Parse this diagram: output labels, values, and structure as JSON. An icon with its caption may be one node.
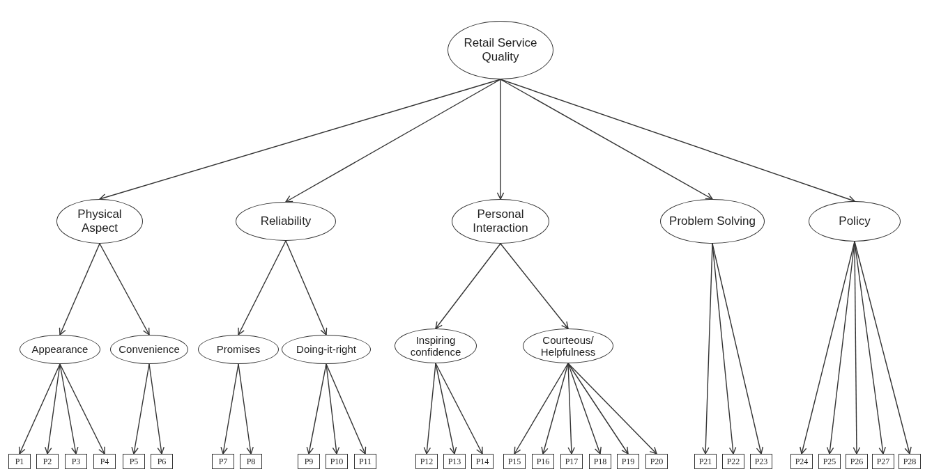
{
  "diagram": {
    "nodes": [
      {
        "text": [
          "Retail Service Quality"
        ]
      },
      {
        "text": [
          "Physical Aspect"
        ]
      },
      {
        "text": [
          "Reliability"
        ]
      },
      {
        "text": [
          "Personal Interaction"
        ]
      },
      {
        "text": [
          "Problem Solving"
        ]
      },
      {
        "text": [
          "Policy"
        ]
      },
      {
        "text": [
          "Appearance"
        ]
      },
      {
        "text": [
          "Convenience"
        ]
      },
      {
        "text": [
          "Promises"
        ]
      },
      {
        "text": [
          "Doing-it-right"
        ]
      },
      {
        "text": [
          "Inspiring confidence"
        ]
      },
      {
        "text": [
          "Courteous/ Helpfulness"
        ]
      },
      {
        "text": [
          "P1"
        ]
      },
      {
        "text": [
          "P2"
        ]
      },
      {
        "text": [
          "P3"
        ]
      },
      {
        "text": [
          "P4"
        ]
      },
      {
        "text": [
          "P5"
        ]
      },
      {
        "text": [
          "P6"
        ]
      },
      {
        "text": [
          "P7"
        ]
      },
      {
        "text": [
          "P8"
        ]
      },
      {
        "text": [
          "P9"
        ]
      },
      {
        "text": [
          "P10"
        ]
      },
      {
        "text": [
          "P11"
        ]
      },
      {
        "text": [
          "P12"
        ]
      },
      {
        "text": [
          "P13"
        ]
      },
      {
        "text": [
          "P14"
        ]
      },
      {
        "text": [
          "P15"
        ]
      },
      {
        "text": [
          "P16"
        ]
      },
      {
        "text": [
          "P17"
        ]
      },
      {
        "text": [
          "P18"
        ]
      },
      {
        "text": [
          "P19"
        ]
      },
      {
        "text": [
          "P20"
        ]
      },
      {
        "text": [
          "P21"
        ]
      },
      {
        "text": [
          "P22"
        ]
      },
      {
        "text": [
          "P23"
        ]
      },
      {
        "text": [
          "P24"
        ]
      },
      {
        "text": [
          "P25"
        ]
      },
      {
        "text": [
          "P26"
        ]
      },
      {
        "text": [
          "P27"
        ]
      },
      {
        "text": [
          "P28"
        ]
      }
    ],
    "edges": [
      {
        "from": 0,
        "to": 1,
        "arrow": "to"
      },
      {
        "from": 0,
        "to": 2,
        "arrow": "to"
      },
      {
        "from": 0,
        "to": 3,
        "arrow": "to"
      },
      {
        "from": 0,
        "to": 4,
        "arrow": "to"
      },
      {
        "from": 0,
        "to": 5,
        "arrow": "to"
      },
      {
        "from": 1,
        "to": 6,
        "arrow": "to"
      },
      {
        "from": 1,
        "to": 7,
        "arrow": "to"
      },
      {
        "from": 2,
        "to": 8,
        "arrow": "to"
      },
      {
        "from": 2,
        "to": 9,
        "arrow": "to"
      },
      {
        "from": 3,
        "to": 10,
        "arrow": "to"
      },
      {
        "from": 3,
        "to": 11,
        "arrow": "to"
      },
      {
        "from": 4,
        "to": 32,
        "arrow": "to"
      },
      {
        "from": 4,
        "to": 33,
        "arrow": "to"
      },
      {
        "from": 4,
        "to": 34,
        "arrow": "to"
      },
      {
        "from": 5,
        "to": 35,
        "arrow": "to"
      },
      {
        "from": 5,
        "to": 36,
        "arrow": "to"
      },
      {
        "from": 5,
        "to": 37,
        "arrow": "to"
      },
      {
        "from": 5,
        "to": 38,
        "arrow": "to"
      },
      {
        "from": 5,
        "to": 39,
        "arrow": "to"
      },
      {
        "from": 6,
        "to": 12,
        "arrow": "to"
      },
      {
        "from": 6,
        "to": 13,
        "arrow": "to"
      },
      {
        "from": 6,
        "to": 14,
        "arrow": "to"
      },
      {
        "from": 6,
        "to": 15,
        "arrow": "to"
      },
      {
        "from": 7,
        "to": 16,
        "arrow": "to"
      },
      {
        "from": 7,
        "to": 17,
        "arrow": "to"
      },
      {
        "from": 8,
        "to": 18,
        "arrow": "to"
      },
      {
        "from": 8,
        "to": 19,
        "arrow": "to"
      },
      {
        "from": 9,
        "to": 20,
        "arrow": "to"
      },
      {
        "from": 9,
        "to": 21,
        "arrow": "to"
      },
      {
        "from": 9,
        "to": 22,
        "arrow": "to"
      },
      {
        "from": 10,
        "to": 23,
        "arrow": "to"
      },
      {
        "from": 10,
        "to": 24,
        "arrow": "to"
      },
      {
        "from": 10,
        "to": 25,
        "arrow": "to"
      },
      {
        "from": 11,
        "to": 26,
        "arrow": "to"
      },
      {
        "from": 11,
        "to": 27,
        "arrow": "to"
      },
      {
        "from": 11,
        "to": 28,
        "arrow": "to"
      },
      {
        "from": 11,
        "to": 29,
        "arrow": "to"
      },
      {
        "from": 11,
        "to": 30,
        "arrow": "to"
      },
      {
        "from": 11,
        "to": 31,
        "arrow": "to"
      }
    ]
  }
}
